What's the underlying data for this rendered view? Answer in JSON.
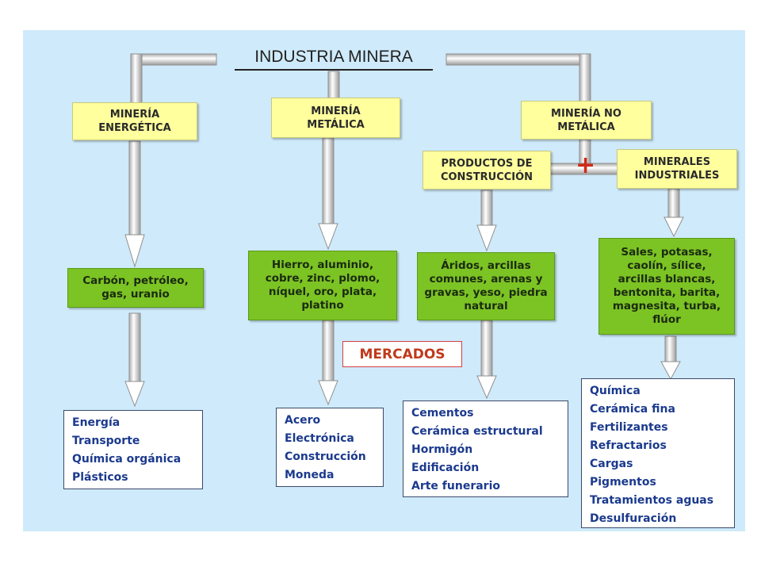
{
  "title": "INDUSTRIA MINERA",
  "categories": {
    "energetica": "MINERÍA ENERGÉTICA",
    "metalica": "MINERÍA METÁLICA",
    "no_metalica": "MINERÍA NO METÁLICA",
    "productos_construccion": "PRODUCTOS DE CONSTRUCCIÓN",
    "minerales_industriales": "MINERALES INDUSTRIALES"
  },
  "plus_symbol": "+",
  "minerals": {
    "energetica": "Carbón, petróleo, gas, uranio",
    "metalica": "Hierro, aluminio, cobre, zinc, plomo, níquel, oro, plata, platino",
    "construccion": "Áridos, arcillas comunes, arenas y gravas, yeso, piedra natural",
    "industriales": "Sales, potasas, caolín, sílice, arcillas blancas, bentonita, barita, magnesita, turba, flúor"
  },
  "markets_label": "MERCADOS",
  "markets": {
    "energetica": [
      "Energía",
      "Transporte",
      "Química orgánica",
      "Plásticos"
    ],
    "metalica": [
      "Acero",
      "Electrónica",
      "Construcción",
      "Moneda"
    ],
    "construccion": [
      "Cementos",
      "Cerámica estructural",
      "Hormigón",
      "Edificación",
      "Arte funerario"
    ],
    "industriales": [
      "Química",
      "Cerámica fina",
      "Fertilizantes",
      "Refractarios",
      "Cargas",
      "Pigmentos",
      "Tratamientos aguas",
      "Desulfuración"
    ]
  },
  "colors": {
    "background": "#cfeafa",
    "category_box": "#ffff9e",
    "mineral_box": "#7cc324",
    "market_text": "#1b3a8e",
    "mercados_text": "#c0391b",
    "plus": "#d02a18"
  }
}
